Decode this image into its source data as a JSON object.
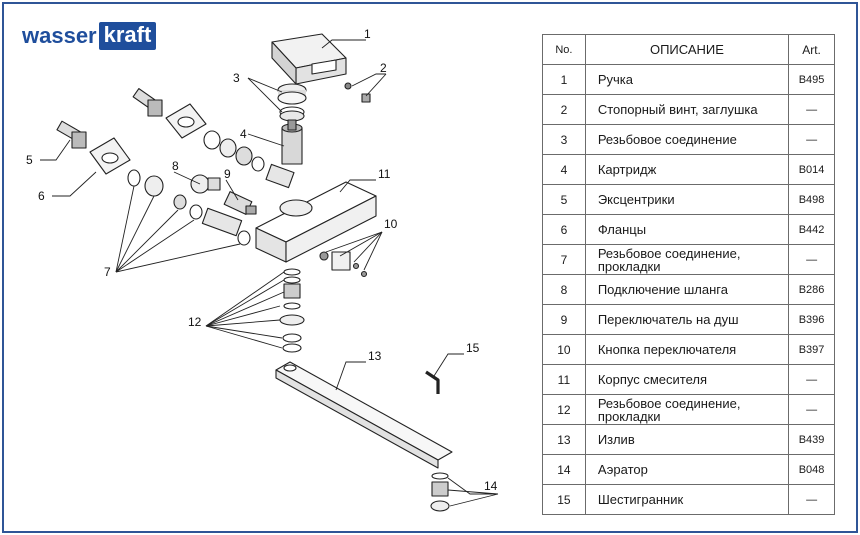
{
  "brand": {
    "part1": "wasser",
    "part2": "kraft",
    "color": "#1f4e9c"
  },
  "table": {
    "headers": {
      "no": "No.",
      "description": "ОПИСАНИЕ",
      "art": "Art."
    },
    "rows": [
      {
        "no": "1",
        "description": "Ручка",
        "art": "B495"
      },
      {
        "no": "2",
        "description": "Стопорный винт, заглушка",
        "art": "—"
      },
      {
        "no": "3",
        "description": "Резьбовое соединение",
        "art": "—"
      },
      {
        "no": "4",
        "description": "Картридж",
        "art": "B014"
      },
      {
        "no": "5",
        "description": "Эксцентрики",
        "art": "B498"
      },
      {
        "no": "6",
        "description": "Фланцы",
        "art": "B442"
      },
      {
        "no": "7",
        "description": "Резьбовое соединение, прокладки",
        "art": "—"
      },
      {
        "no": "8",
        "description": "Подключение шланга",
        "art": "B286"
      },
      {
        "no": "9",
        "description": "Переключатель на душ",
        "art": "B396"
      },
      {
        "no": "10",
        "description": "Кнопка переключателя",
        "art": "B397"
      },
      {
        "no": "11",
        "description": "Корпус смесителя",
        "art": "—"
      },
      {
        "no": "12",
        "description": "Резьбовое соединение, прокладки",
        "art": "—"
      },
      {
        "no": "13",
        "description": "Излив",
        "art": "B439"
      },
      {
        "no": "14",
        "description": "Аэратор",
        "art": "B048"
      },
      {
        "no": "15",
        "description": "Шестигранник",
        "art": "—"
      }
    ]
  },
  "diagram": {
    "callouts": [
      "1",
      "2",
      "3",
      "4",
      "5",
      "6",
      "7",
      "8",
      "9",
      "10",
      "11",
      "12",
      "13",
      "14",
      "15"
    ]
  }
}
